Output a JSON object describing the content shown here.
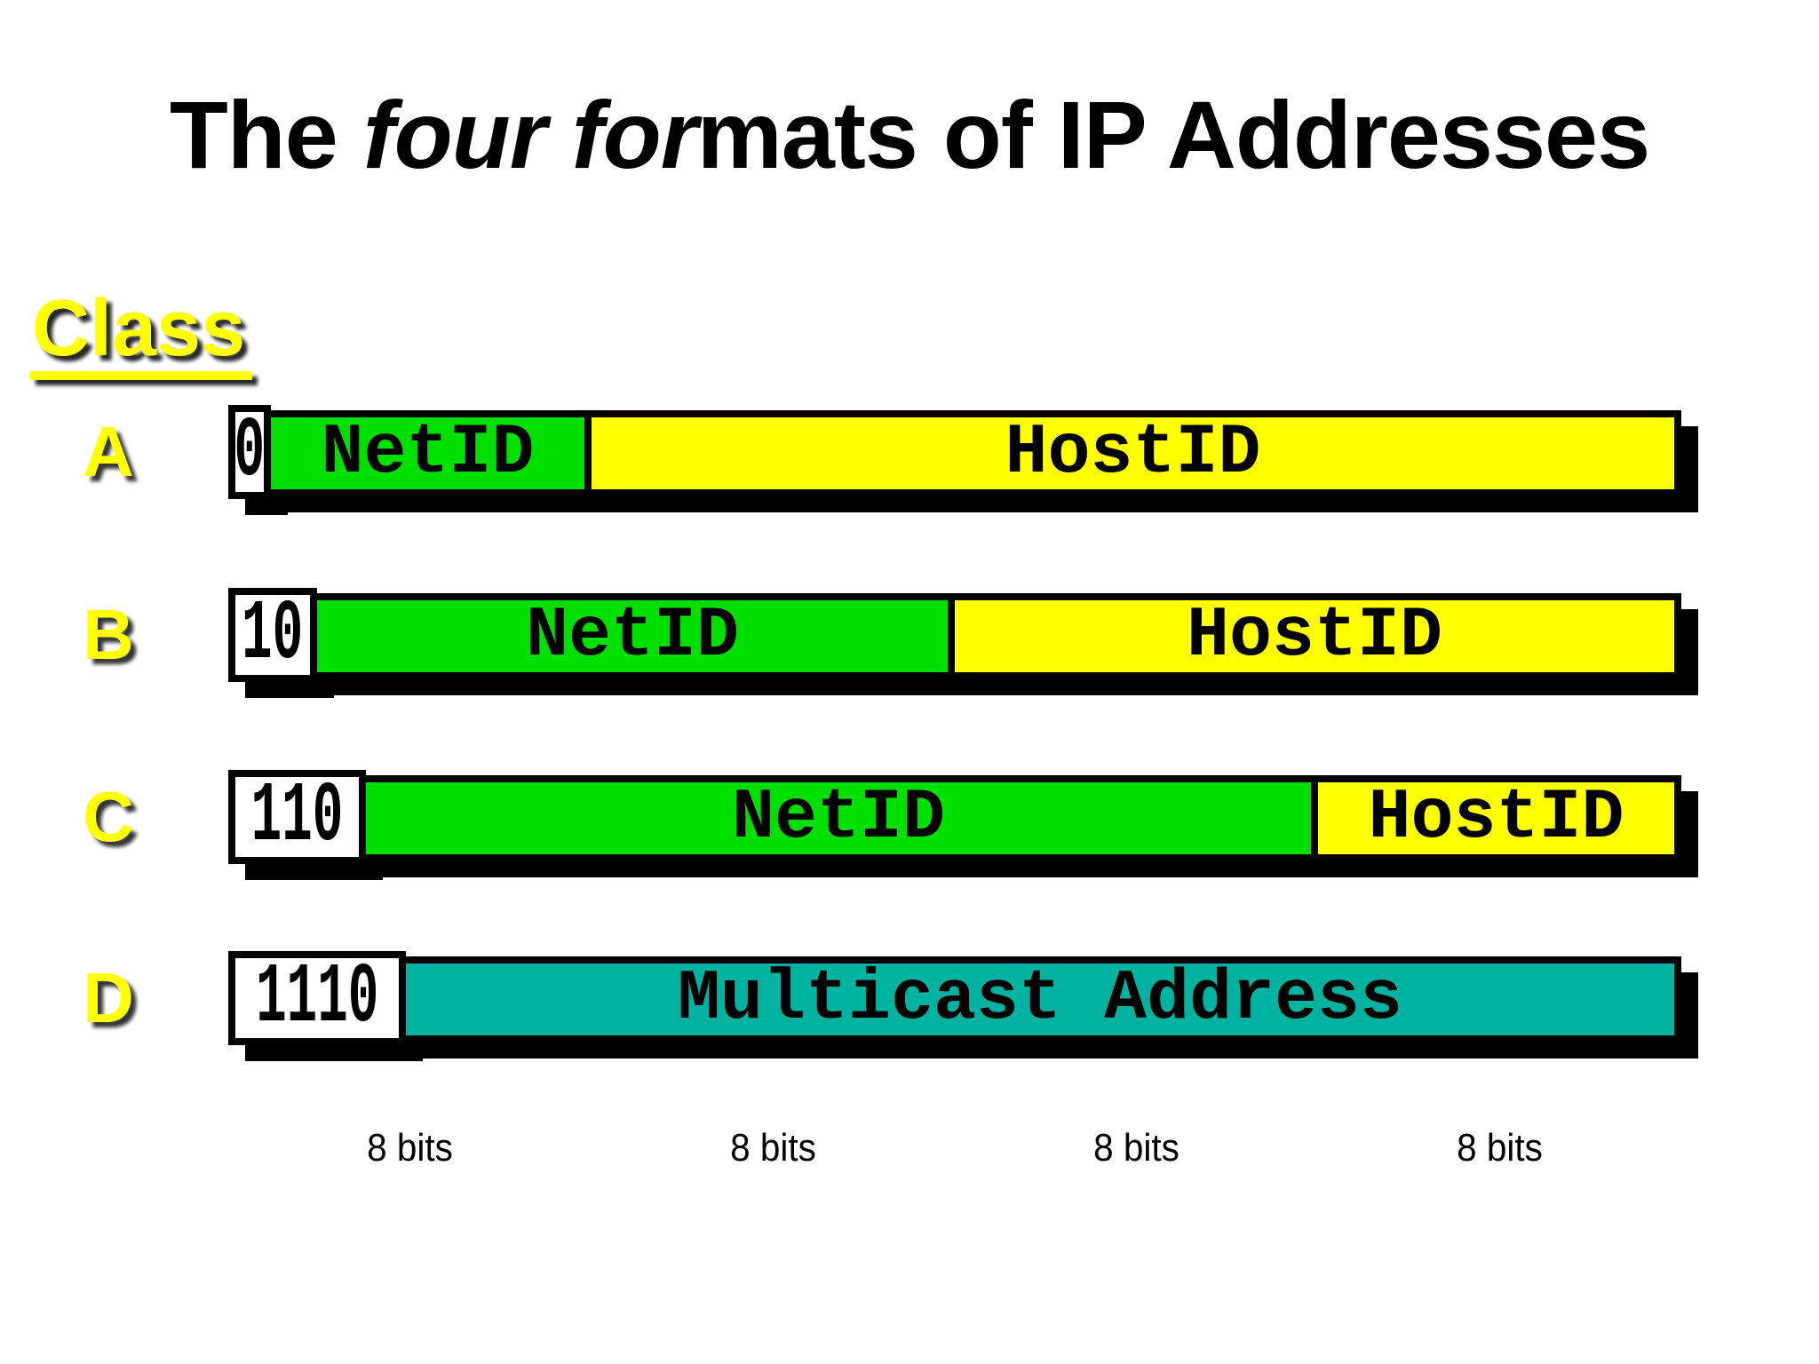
{
  "slide": {
    "title": {
      "regular_1": "The ",
      "italic": "four for",
      "regular_2": "mats of IP Addresses",
      "full_text": "The four formats of IP Addresses"
    },
    "class_heading": "Class"
  },
  "rows": [
    {
      "class_letter": "A",
      "prefix_bits": "0",
      "fields": [
        {
          "label": "NetID",
          "role": "netid"
        },
        {
          "label": "HostID",
          "role": "hostid"
        }
      ]
    },
    {
      "class_letter": "B",
      "prefix_bits": "10",
      "fields": [
        {
          "label": "NetID",
          "role": "netid"
        },
        {
          "label": "HostID",
          "role": "hostid"
        }
      ]
    },
    {
      "class_letter": "C",
      "prefix_bits": "110",
      "fields": [
        {
          "label": "NetID",
          "role": "netid"
        },
        {
          "label": "HostID",
          "role": "hostid"
        }
      ]
    },
    {
      "class_letter": "D",
      "prefix_bits": "1110",
      "fields": [
        {
          "label": "Multicast Address",
          "role": "multicast"
        }
      ]
    }
  ],
  "bit_labels": [
    "8 bits",
    "8 bits",
    "8 bits",
    "8 bits"
  ],
  "colors": {
    "background": "#ffffff",
    "text_black": "#000000",
    "accent_yellow": "#ffff00",
    "netid_green": "#00e000",
    "hostid_yellow": "#ffff00",
    "multicast_teal": "#00b2a0",
    "prefix_white": "#ffffff",
    "shadow_black": "#000000"
  }
}
